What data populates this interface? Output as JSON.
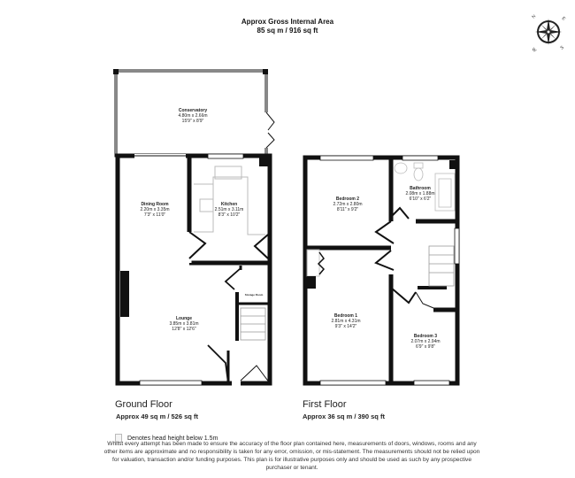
{
  "header": {
    "title_line1": "Approx Gross Internal Area",
    "title_line2": "85 sq m / 916 sq ft"
  },
  "compass": {
    "icon": "compass-rose-icon",
    "labels": [
      "N",
      "E",
      "S",
      "W"
    ]
  },
  "ground_floor": {
    "title": "Ground Floor",
    "area": "Approx 49 sq m / 526 sq ft",
    "rooms": [
      {
        "name": "Conservatory",
        "metric": "4.80m x 2.66m",
        "imperial": "15'9\" x 8'9\""
      },
      {
        "name": "Dining Room",
        "metric": "2.20m x 3.35m",
        "imperial": "7'3\" x 11'0\""
      },
      {
        "name": "Kitchen",
        "metric": "2.51m x 3.11m",
        "imperial": "8'3\" x 10'2\""
      },
      {
        "name": "Lounge",
        "metric": "3.85m x 3.81m",
        "imperial": "12'8\" x 12'6\""
      },
      {
        "name": "Storage Room",
        "metric": "",
        "imperial": ""
      }
    ]
  },
  "first_floor": {
    "title": "First Floor",
    "area": "Approx 36 sq m / 390 sq ft",
    "rooms": [
      {
        "name": "Bedroom 2",
        "metric": "2.72m x 2.80m",
        "imperial": "8'11\" x 9'2\""
      },
      {
        "name": "Bathroom",
        "metric": "2.08m x 1.88m",
        "imperial": "6'10\" x 6'2\""
      },
      {
        "name": "Bedroom 1",
        "metric": "2.81m x 4.31m",
        "imperial": "9'3\" x 14'2\""
      },
      {
        "name": "Bedroom 3",
        "metric": "2.07m x 2.94m",
        "imperial": "6'9\" x 9'8\""
      }
    ]
  },
  "legend": {
    "text": "Denotes head height below 1.5m"
  },
  "disclaimer": "Whilst every attempt has been made to ensure the accuracy of the floor plan contained here, measurements of doors, windows, rooms and any other items are approximate and no responsibility is taken for any error, omission, or mis-statement. The measurements should not be relied upon for valuation, transaction and/or funding purposes. This plan is for illustrative purposes only and should be used as such by any prospective purchaser or tenant.",
  "colors": {
    "wall": "#111111",
    "window": "#ffffff",
    "fixture": "#bbbbbb"
  }
}
